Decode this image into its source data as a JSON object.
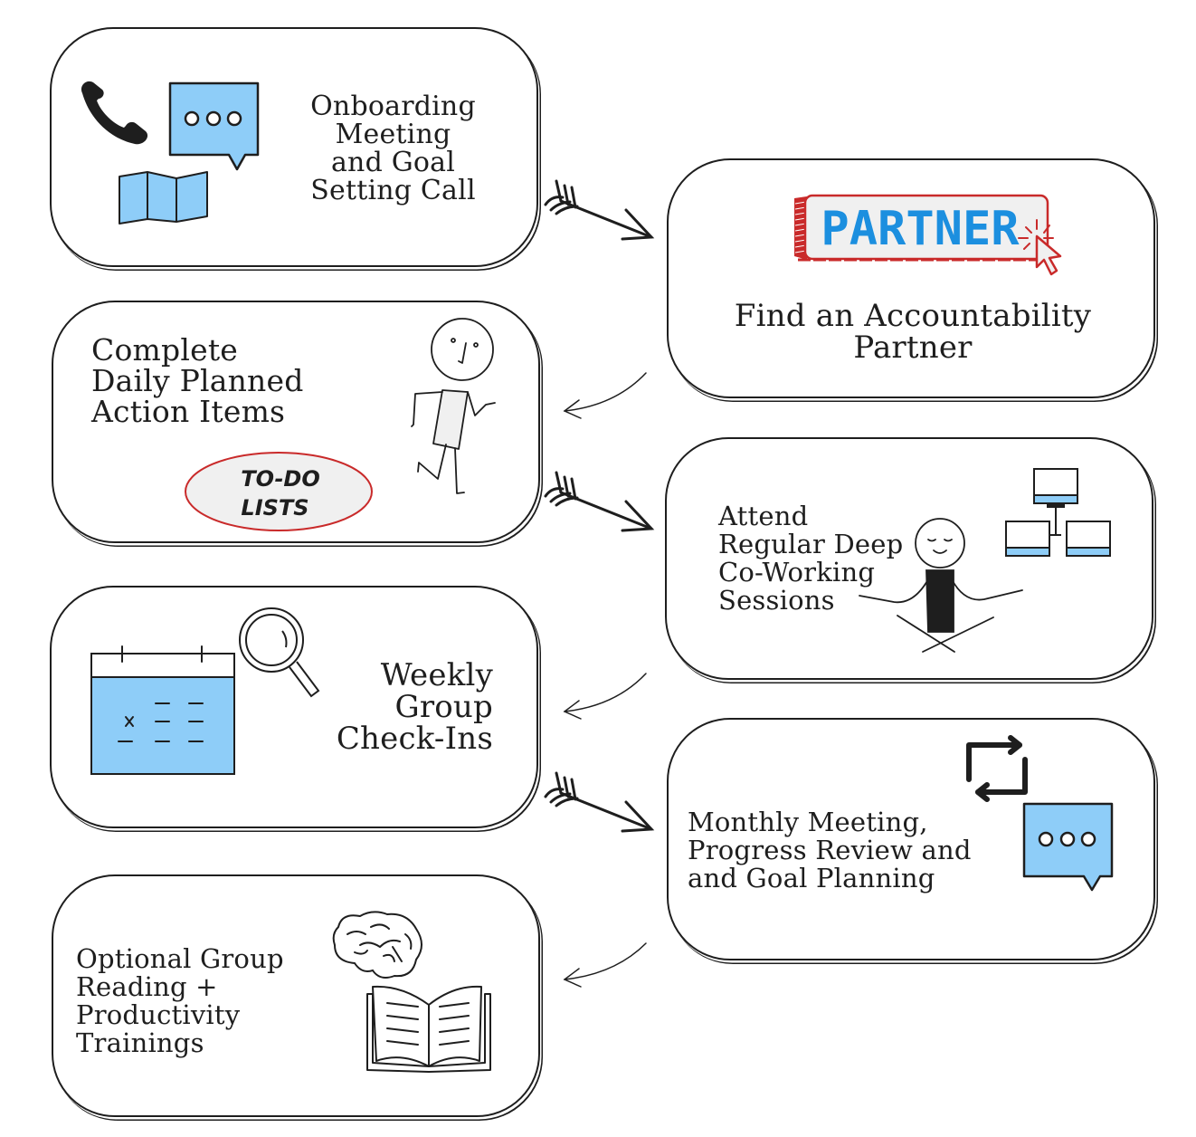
{
  "diagram": {
    "colors": {
      "stroke": "#1e1e1e",
      "blue_fill": "#8ecdf8",
      "accent_red": "#c92a2a",
      "partner_blue": "#1c8fdf",
      "light_gray": "#f0f0f0"
    },
    "steps": [
      {
        "id": "onboarding",
        "title_lines": [
          "Onboarding",
          "Meeting",
          "and Goal",
          "Setting Call"
        ],
        "icons": [
          "phone-icon",
          "chat-bubble-icon",
          "map-icon"
        ]
      },
      {
        "id": "partner",
        "title_lines": [
          "Find an Accountability",
          "Partner"
        ],
        "button_label": "PARTNER",
        "icons": [
          "partner-button",
          "cursor-click-icon"
        ]
      },
      {
        "id": "daily",
        "title_lines": [
          "Complete",
          "Daily Planned",
          "Action Items"
        ],
        "badge_lines": [
          "TO-DO",
          "LISTS"
        ],
        "icons": [
          "running-stick-figure-icon",
          "todo-badge"
        ]
      },
      {
        "id": "coworking",
        "title_lines": [
          "Attend",
          "Regular Deep",
          "Co-Working",
          "Sessions"
        ],
        "icons": [
          "meditating-figure-icon",
          "network-computers-icon"
        ]
      },
      {
        "id": "weekly",
        "title_lines": [
          "Weekly",
          "Group",
          "Check-Ins"
        ],
        "icons": [
          "calendar-icon",
          "magnifier-icon"
        ]
      },
      {
        "id": "monthly",
        "title_lines": [
          "Monthly Meeting,",
          "Progress Review and",
          "and Goal Planning"
        ],
        "icons": [
          "repeat-arrows-icon",
          "chat-bubble-icon"
        ]
      },
      {
        "id": "reading",
        "title_lines": [
          "Optional Group",
          "Reading +",
          "Productivity",
          "Trainings"
        ],
        "icons": [
          "brain-icon",
          "open-book-icon"
        ]
      }
    ],
    "flow": [
      {
        "from": "onboarding",
        "to": "partner"
      },
      {
        "from": "partner",
        "to": "daily"
      },
      {
        "from": "daily",
        "to": "coworking"
      },
      {
        "from": "coworking",
        "to": "weekly"
      },
      {
        "from": "weekly",
        "to": "monthly"
      },
      {
        "from": "monthly",
        "to": "reading"
      }
    ]
  }
}
